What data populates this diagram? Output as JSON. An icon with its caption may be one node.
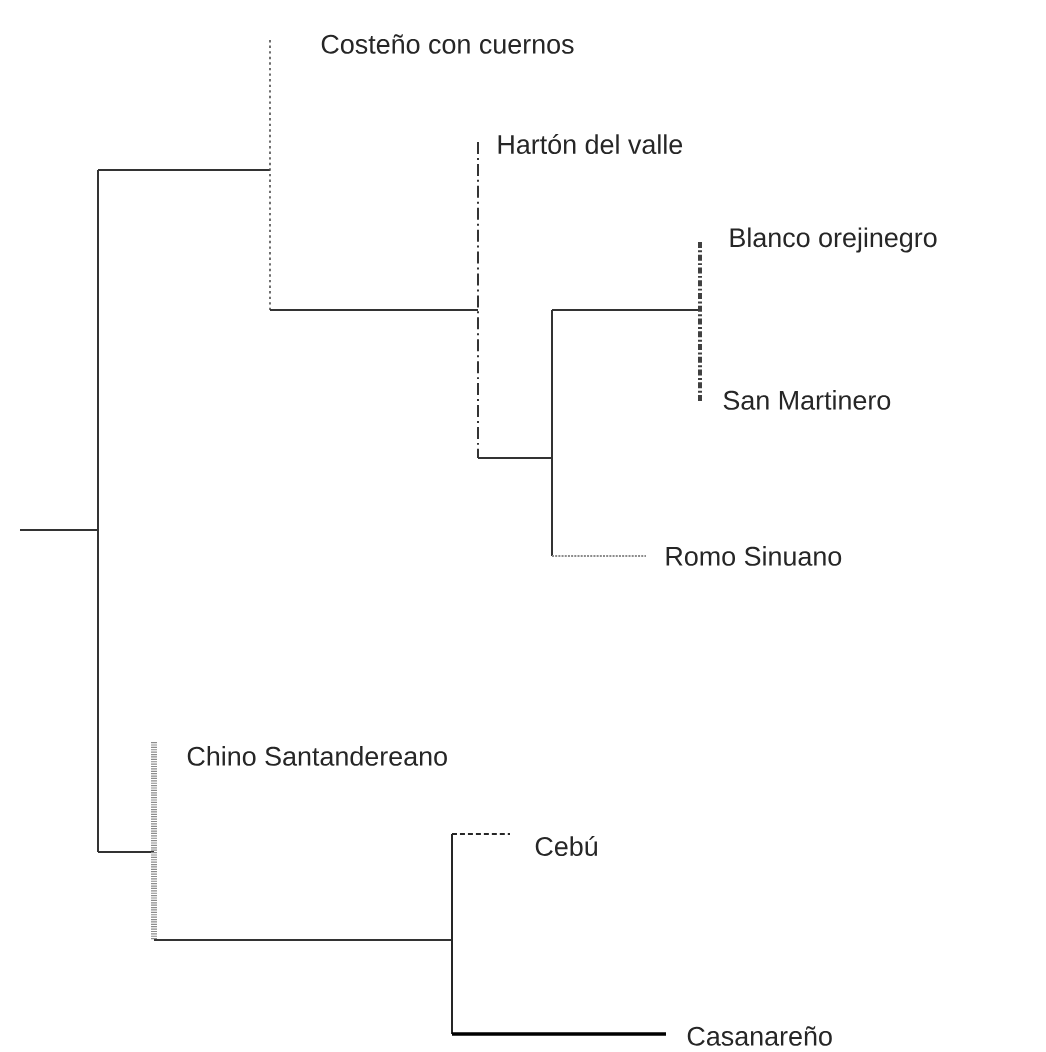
{
  "diagram": {
    "labels": [
      "Costeño con cuernos",
      "Hartón del valle",
      "Blanco orejinegro",
      "San Martinero",
      "Romo Sinuano",
      "Chino Santandereano",
      "Cebú",
      "Casanareño"
    ]
  }
}
